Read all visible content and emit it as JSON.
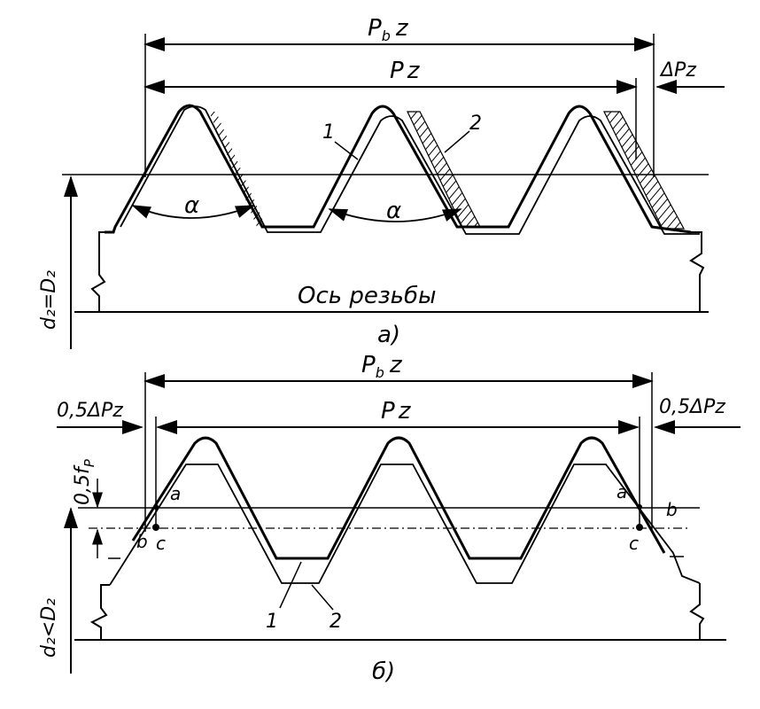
{
  "figure_a": {
    "label_pbz": "P",
    "label_pbz_sub": "b",
    "label_pbz_z": "z",
    "label_pz": "P",
    "label_pz_z": "z",
    "label_delta_pz": "ΔPz",
    "label_alpha_left": "α",
    "label_alpha_right": "α",
    "label_profile_1": "1",
    "label_profile_2": "2",
    "label_axis": "Ось резьбы",
    "label_diameter": "d₂=D₂",
    "caption": "а)"
  },
  "figure_b": {
    "label_pbz": "P",
    "label_pbz_sub": "b",
    "label_pbz_z": "z",
    "label_pz": "P",
    "label_pz_z": "z",
    "label_half_delta_left": "0,5ΔPz",
    "label_half_delta_right": "0,5ΔPz",
    "label_half_fp": "0,5f",
    "label_half_fp_sub": "P",
    "label_point_a_left": "a",
    "label_point_b_left": "b",
    "label_point_c_left": "c",
    "label_point_a_right": "a",
    "label_point_b_right": "b",
    "label_point_c_right": "c",
    "label_profile_1": "1",
    "label_profile_2": "2",
    "label_diameter": "d₂<D₂",
    "caption": "б)"
  },
  "colors": {
    "ink": "#000000",
    "paper": "#ffffff"
  }
}
